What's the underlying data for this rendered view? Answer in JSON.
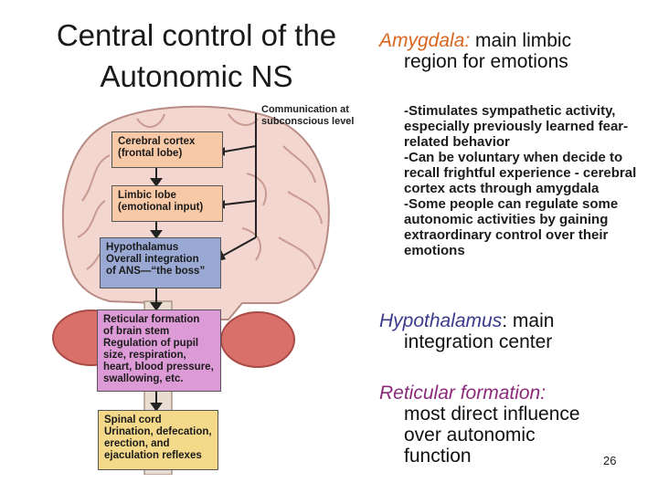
{
  "title": {
    "line1": "Central control of the",
    "line2": "Autonomic NS"
  },
  "figure": {
    "comm_label": {
      "line1": "Communication at",
      "line2": "subconscious level"
    },
    "boxes": {
      "cortex": {
        "line1": "Cerebral cortex",
        "line2": "(frontal lobe)"
      },
      "limbic": {
        "line1": "Limbic lobe",
        "line2": "(emotional input)"
      },
      "hypothalamus": {
        "line1": "Hypothalamus",
        "line2": "Overall integration",
        "line3": "of ANS—“the boss”"
      },
      "reticular": {
        "line1": "Reticular formation",
        "line2": "of brain stem",
        "line3": "Regulation of pupil",
        "line4": "size, respiration,",
        "line5": "heart, blood pressure,",
        "line6": "swallowing, etc."
      },
      "spinal": {
        "line1": "Spinal cord",
        "line2": "Urination, defecation,",
        "line3": "erection, and",
        "line4": "ejaculation reflexes"
      }
    },
    "colors": {
      "cortex": "#f8c9a6",
      "hypothalamus": "#9aa9d4",
      "reticular": "#dc9bd6",
      "spinal": "#f4d98b",
      "brain": "#f3d6cf",
      "cerebellum": "#d9706a"
    }
  },
  "text": {
    "amygdala": {
      "term": "Amygdala:",
      "rest": " main limbic",
      "cont": "region for emotions"
    },
    "bullets": [
      "-Stimulates sympathetic activity, especially previously learned fear-related behavior",
      "-Can be voluntary when decide to recall frightful experience - cerebral cortex acts through amygdala",
      "-Some people can regulate some autonomic activities by gaining extraordinary control over their emotions"
    ],
    "hypothalamus": {
      "term": "Hypothalamus",
      "colon": ":",
      "rest": " main",
      "cont": "integration center"
    },
    "reticular": {
      "term": "Reticular formation:",
      "cont1": "most direct influence",
      "cont2": "over autonomic",
      "cont3": "function"
    }
  },
  "page_number": "26"
}
